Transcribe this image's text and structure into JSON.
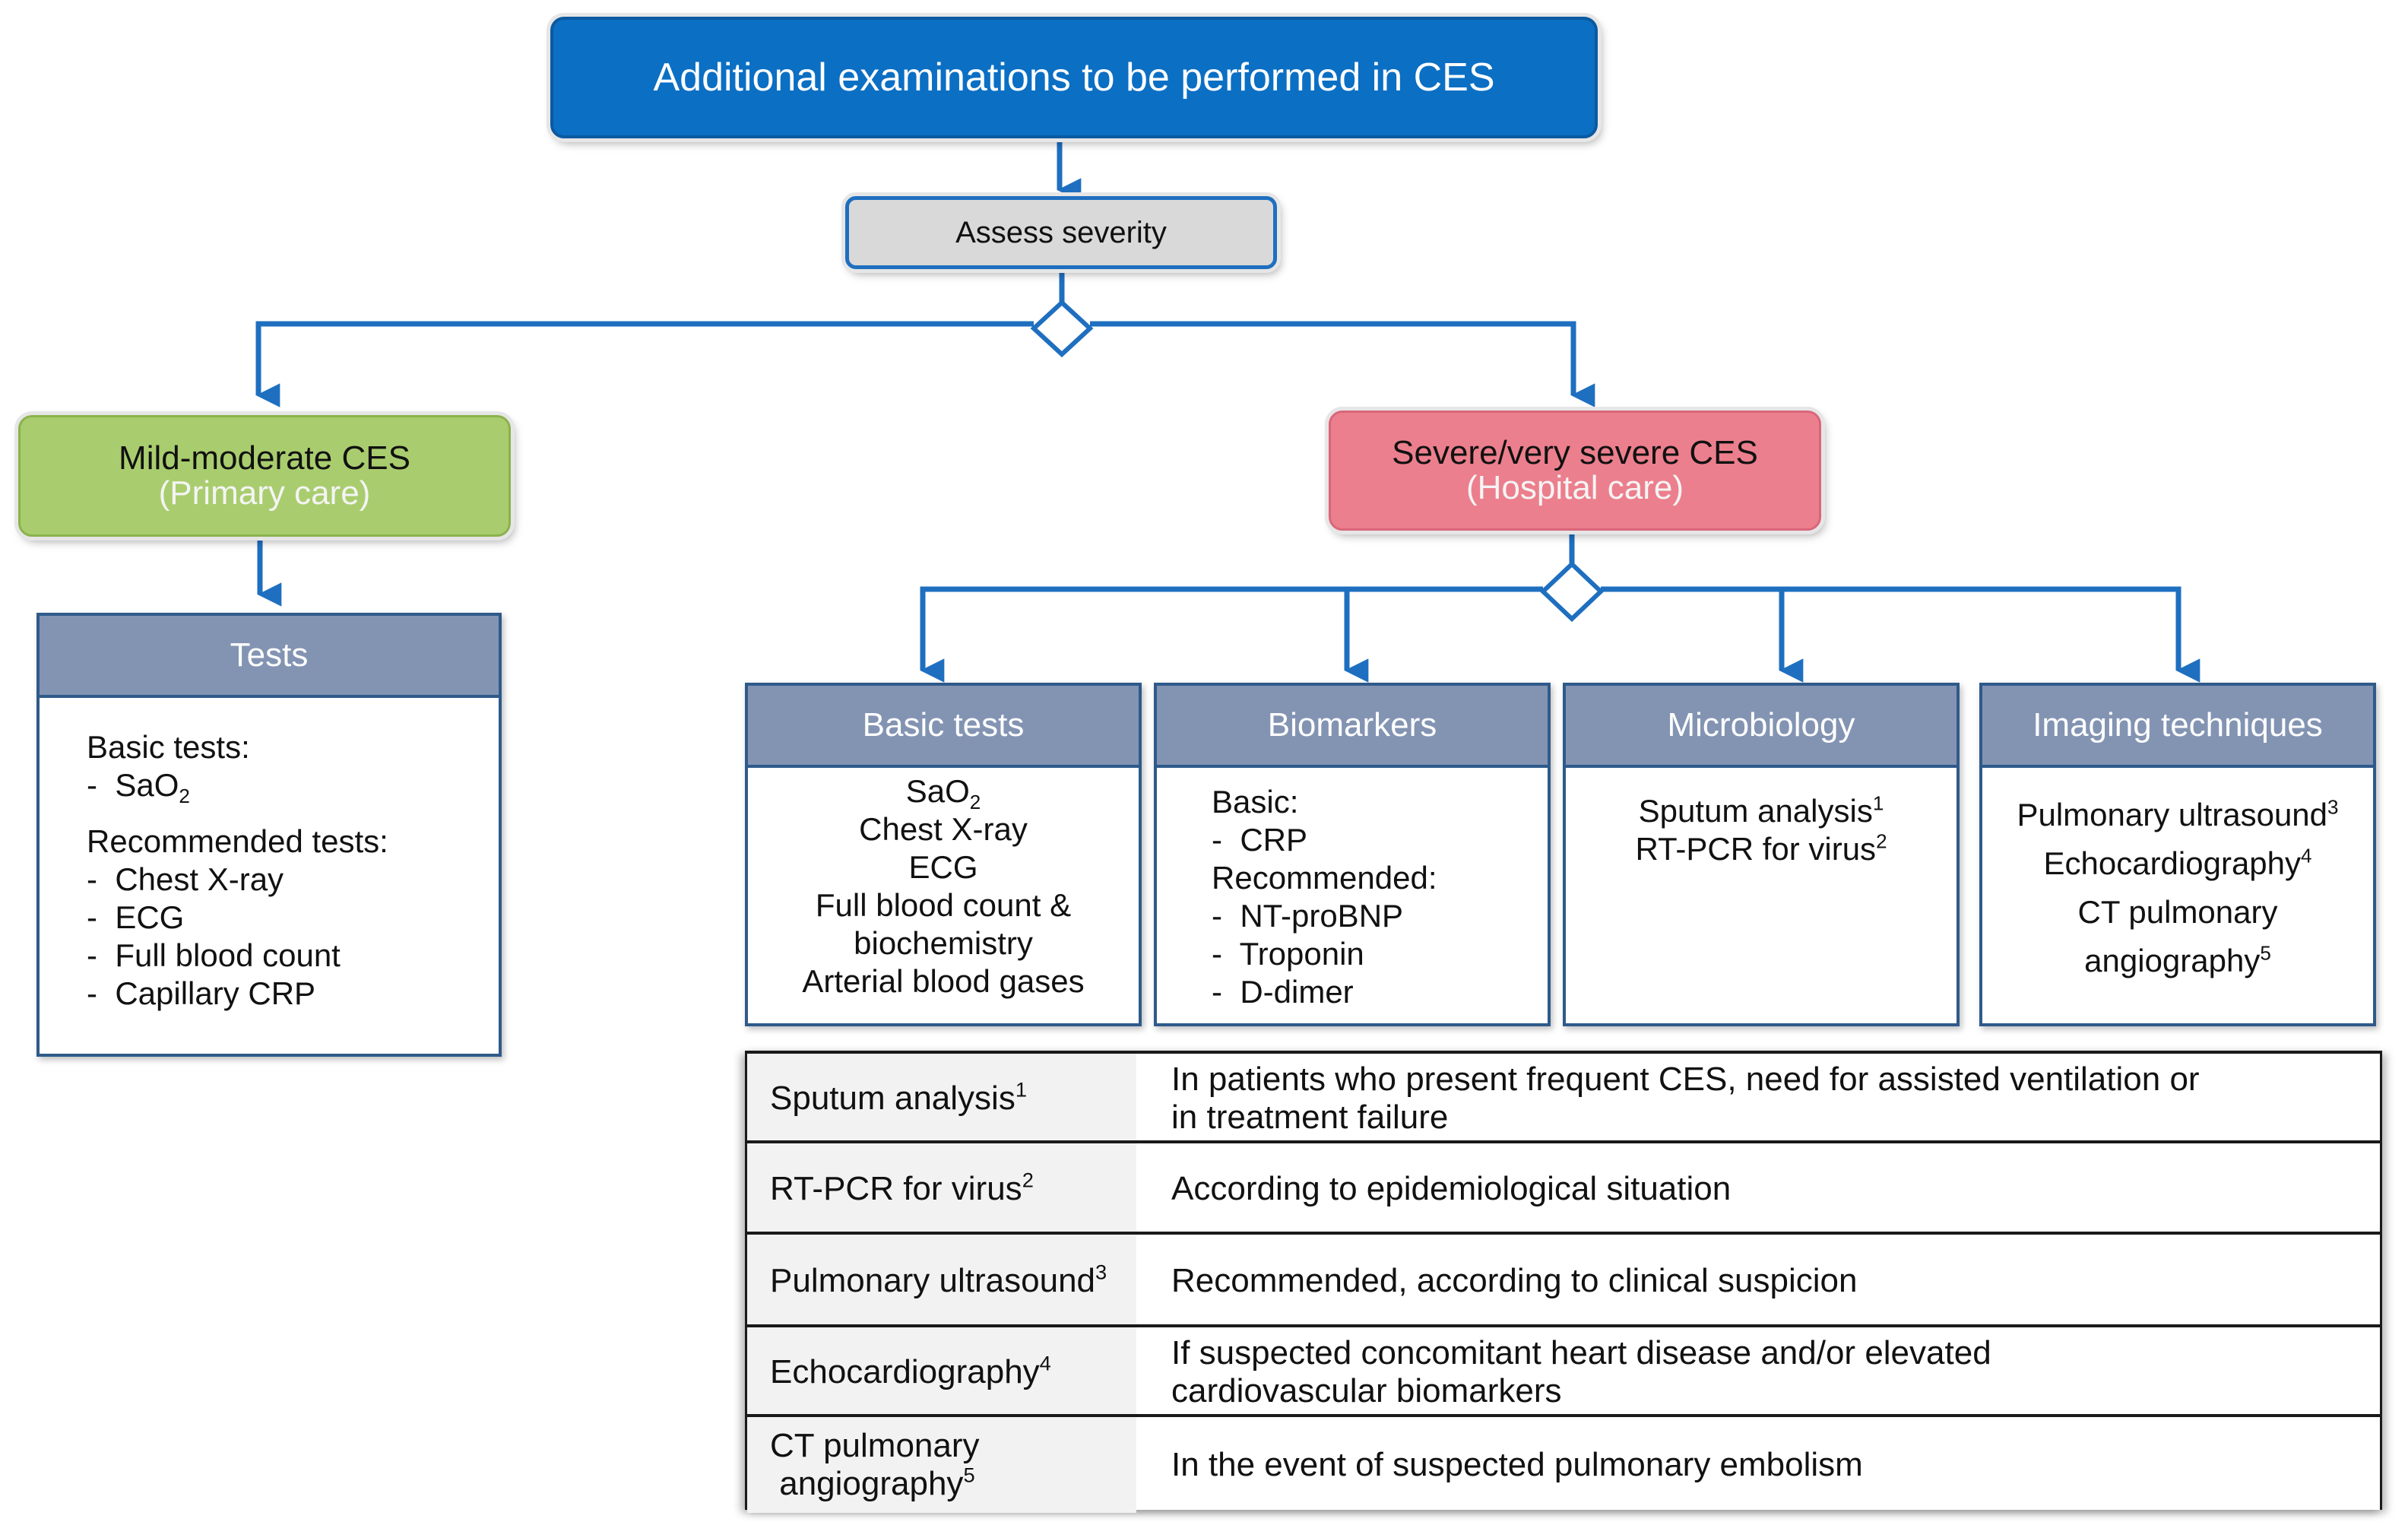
{
  "title": "Additional examinations to be performed in CES",
  "assess": "Assess severity",
  "mild": {
    "title": "Mild-moderate CES",
    "sub": "(Primary care)"
  },
  "severe": {
    "title": "Severe/very severe CES",
    "sub": "(Hospital care)"
  },
  "tests": {
    "header": "Tests",
    "basic_label": "Basic tests:",
    "basic_item": "SaO",
    "basic_item_sub": "2",
    "recommended_label": "Recommended tests:",
    "recommended_items": [
      "Chest X-ray",
      "ECG",
      "Full blood count",
      "Capillary CRP"
    ]
  },
  "basic_tests": {
    "header": "Basic tests",
    "item0": "SaO",
    "item0_sub": "2",
    "items": [
      "Chest X-ray",
      "ECG",
      "Full blood count &",
      "biochemistry",
      "Arterial blood gases"
    ]
  },
  "biomarkers": {
    "header": "Biomarkers",
    "basic_label": "Basic:",
    "basic_items": [
      "CRP"
    ],
    "recommended_label": "Recommended:",
    "recommended_items": [
      "NT-proBNP",
      "Troponin",
      "D-dimer"
    ]
  },
  "microbiology": {
    "header": "Microbiology",
    "items": [
      {
        "text": "Sputum analysis",
        "sup": "1"
      },
      {
        "text": "RT-PCR for virus",
        "sup": "2"
      }
    ]
  },
  "imaging": {
    "header": "Imaging techniques",
    "items": [
      {
        "text": "Pulmonary ultrasound",
        "sup": "3"
      },
      {
        "text": "Echocardiography",
        "sup": "4"
      },
      {
        "text": "CT pulmonary",
        "sup": ""
      },
      {
        "text": "angiography",
        "sup": "5"
      }
    ]
  },
  "notes": [
    {
      "label": "Sputum analysis",
      "sup": "1",
      "text1": "In patients who present frequent CES, need for assisted ventilation or",
      "text2": "in treatment failure"
    },
    {
      "label": "RT-PCR for virus",
      "sup": "2",
      "text1": "According to epidemiological situation",
      "text2": ""
    },
    {
      "label": "Pulmonary ultrasound",
      "sup": "3",
      "text1": "Recommended, according to clinical suspicion",
      "text2": ""
    },
    {
      "label": "Echocardiography",
      "sup": "4",
      "text1": "If suspected concomitant heart disease and/or elevated",
      "text2": "cardiovascular biomarkers"
    },
    {
      "label": "CT pulmonary",
      "label2": "angiography",
      "sup": "5",
      "text1": "In the event of suspected pulmonary embolism",
      "text2": ""
    }
  ],
  "colors": {
    "title_blue": "#0b6fc4",
    "connector_blue": "#1f6fc0",
    "mild_green": "#a9cd6e",
    "severe_pink": "#ec7f8d",
    "panel_header": "#8394b3"
  }
}
